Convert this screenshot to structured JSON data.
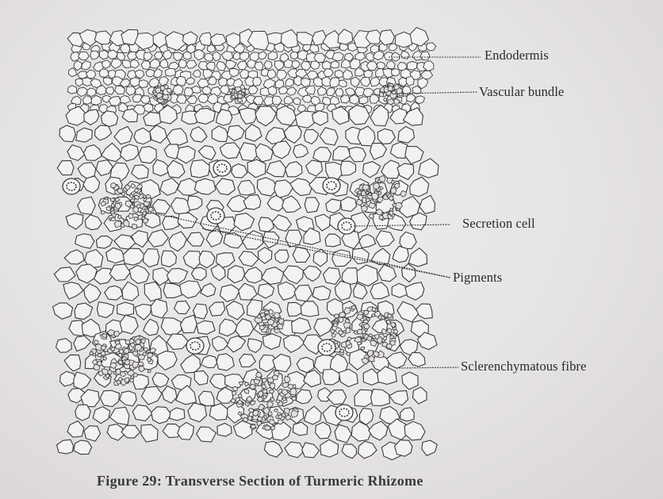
{
  "figure": {
    "caption": "Figure 29: Transverse Section of Turmeric Rhizome",
    "labels": {
      "endodermis": "Endodermis",
      "vascular_bundle": "Vascular bundle",
      "secretion_cell": "Secretion cell",
      "pigments": "Pigments",
      "sclerenchymatous_fibre": "Sclerenchymatous fibre"
    }
  },
  "colors": {
    "paper": "#e9e7e6",
    "ink": "#3a3a3a",
    "cell_fill": "#f4f2f1"
  }
}
